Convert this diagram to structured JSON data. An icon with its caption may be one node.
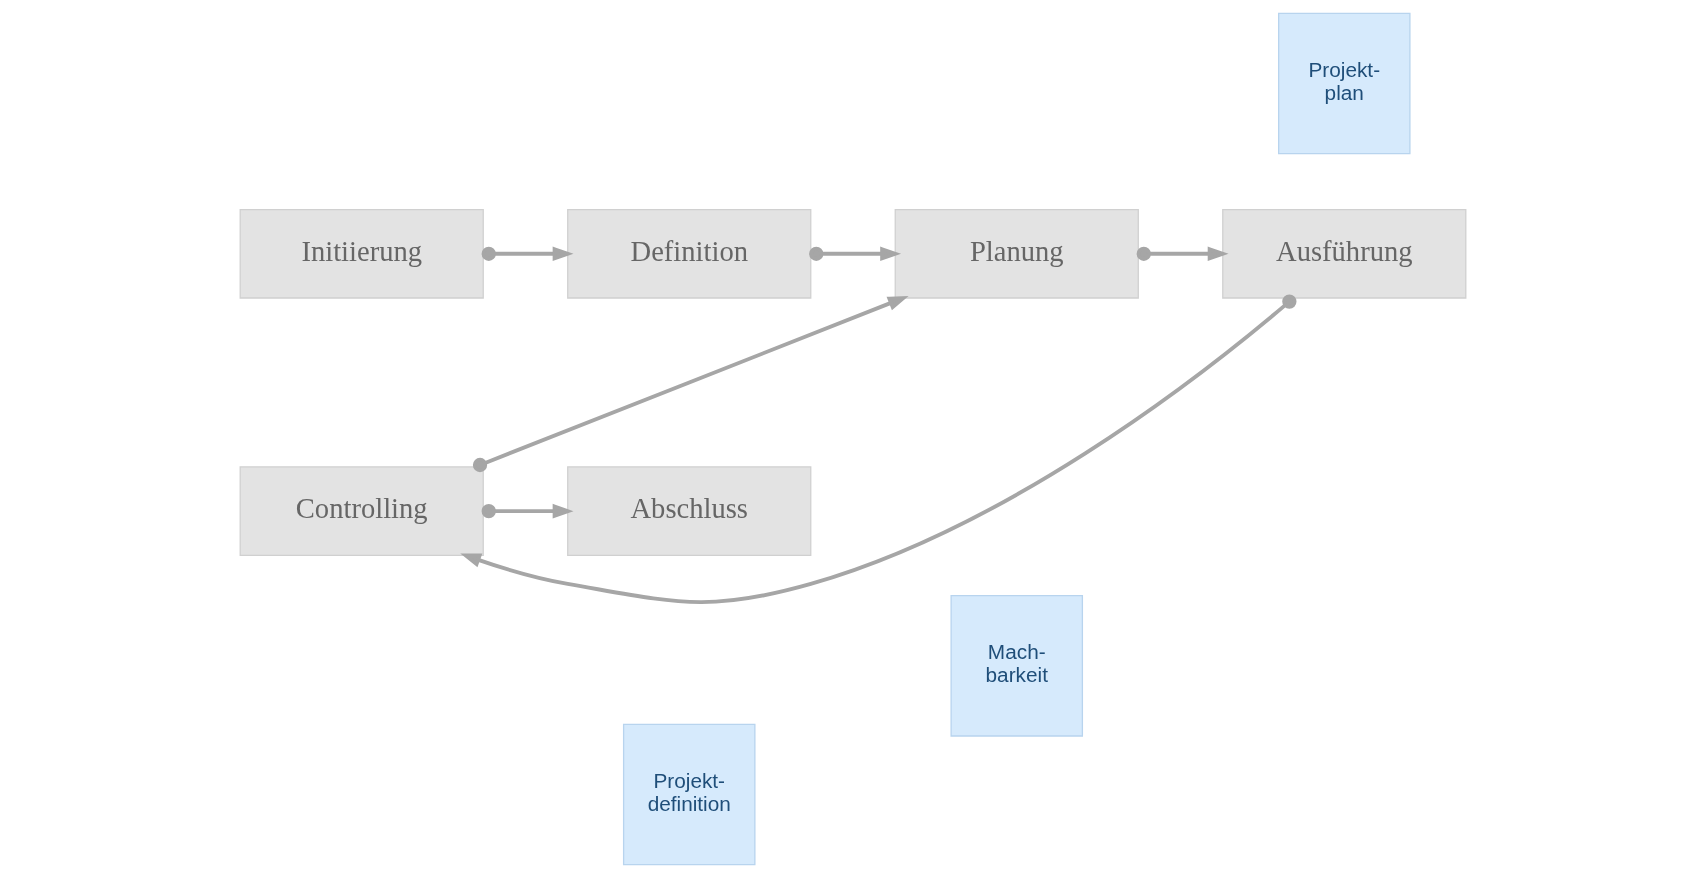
{
  "diagram": {
    "nodes": [
      {
        "text": [
          "Projekt- definition"
        ]
      },
      {
        "text": [
          "Mach- barkeit"
        ]
      },
      {
        "text": [
          "Initiierung"
        ]
      },
      {
        "text": [
          "Definition"
        ]
      },
      {
        "text": [
          "Planung"
        ]
      },
      {
        "text": [
          "Projekt- plan"
        ]
      },
      {
        "text": [
          "Controlling"
        ]
      },
      {
        "text": [
          "Ausführung"
        ]
      },
      {
        "text": [
          "Abschluss"
        ]
      }
    ],
    "edges": [
      {
        "from": 2,
        "to": 3,
        "arrow": "to"
      },
      {
        "from": 3,
        "to": 4,
        "arrow": "to"
      },
      {
        "from": 4,
        "to": 7,
        "arrow": "to"
      },
      {
        "from": 7,
        "to": 6,
        "arrow": "to"
      },
      {
        "from": 6,
        "to": 4,
        "arrow": "to"
      },
      {
        "from": 6,
        "to": 8,
        "arrow": "to"
      }
    ]
  }
}
